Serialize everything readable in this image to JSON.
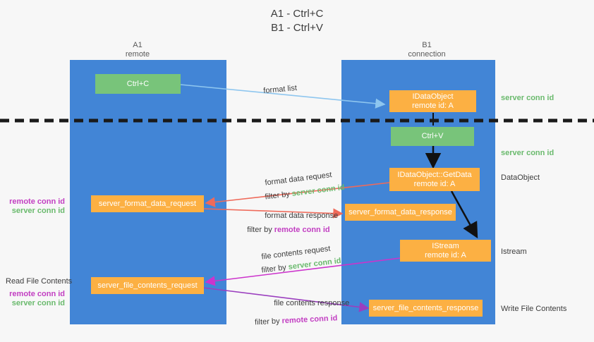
{
  "title": "A1 - Ctrl+C\nB1 - Ctrl+V",
  "colors": {
    "lane": "#4285d6",
    "green_box": "#78c47a",
    "orange_box": "#fcb043",
    "server_conn_id": "#6aba6d",
    "remote_conn_id": "#c23ec2",
    "divider": "#1a1a1a",
    "arrow_blue": "#8ec6ef",
    "arrow_red": "#ef6a5a",
    "arrow_black": "#111111",
    "arrow_magenta": "#cc33cc",
    "arrow_purple": "#9b3fbf",
    "background": "#f7f7f7"
  },
  "columns": [
    {
      "name": "A1",
      "sub": "remote",
      "header": "A1\nremote"
    },
    {
      "name": "B1",
      "sub": "connection",
      "header": "B1\nconnection"
    }
  ],
  "boxes": [
    {
      "id": "ctrl-c",
      "text": "Ctrl+C",
      "style": "green"
    },
    {
      "id": "idataobject-remote",
      "text": "IDataObject\nremote id: A",
      "style": "orange"
    },
    {
      "id": "ctrl-v",
      "text": "Ctrl+V",
      "style": "green"
    },
    {
      "id": "idataobject-getdata",
      "text": "IDataObject::GetData\nremote id: A",
      "style": "orange"
    },
    {
      "id": "server-format-data-request",
      "text": "server_format_data_request",
      "style": "orange"
    },
    {
      "id": "server-format-data-response",
      "text": "server_format_data_response",
      "style": "orange"
    },
    {
      "id": "istream",
      "text": "IStream\nremote id: A",
      "style": "orange"
    },
    {
      "id": "server-file-contents-request",
      "text": "server_file_contents_request",
      "style": "orange"
    },
    {
      "id": "server-file-contents-response",
      "text": "server_file_contents_response",
      "style": "orange"
    }
  ],
  "edge_labels": {
    "format_list": "format list",
    "format_data_request": "format data request",
    "format_data_request_filter_prefix": "filter by ",
    "format_data_request_filter_value": "server conn id",
    "format_data_response": "format data response",
    "format_data_response_filter_prefix": "filter by ",
    "format_data_response_filter_value": "remote conn id",
    "file_contents_request": "file contents request",
    "file_contents_request_filter_prefix": "filter by ",
    "file_contents_request_filter_value": "server conn id",
    "file_contents_response": "file contents response",
    "file_contents_response_filter_prefix": "filter by ",
    "file_contents_response_filter_value": "remote conn id"
  },
  "right_labels": [
    {
      "id": "server-conn-id-top",
      "text": "server conn id",
      "kind": "server"
    },
    {
      "id": "server-conn-id-second",
      "text": "server conn id",
      "kind": "server"
    },
    {
      "id": "dataobject",
      "text": "DataObject",
      "kind": "plain"
    },
    {
      "id": "istream-label",
      "text": "Istream",
      "kind": "plain"
    },
    {
      "id": "write-file-contents",
      "text": "Write File Contents",
      "kind": "plain"
    }
  ],
  "left_labels": {
    "group_one": {
      "remote": "remote conn id",
      "server": "server conn id"
    },
    "read_file_contents": "Read File Contents",
    "group_two": {
      "remote": "remote conn id",
      "server": "server conn id"
    }
  }
}
